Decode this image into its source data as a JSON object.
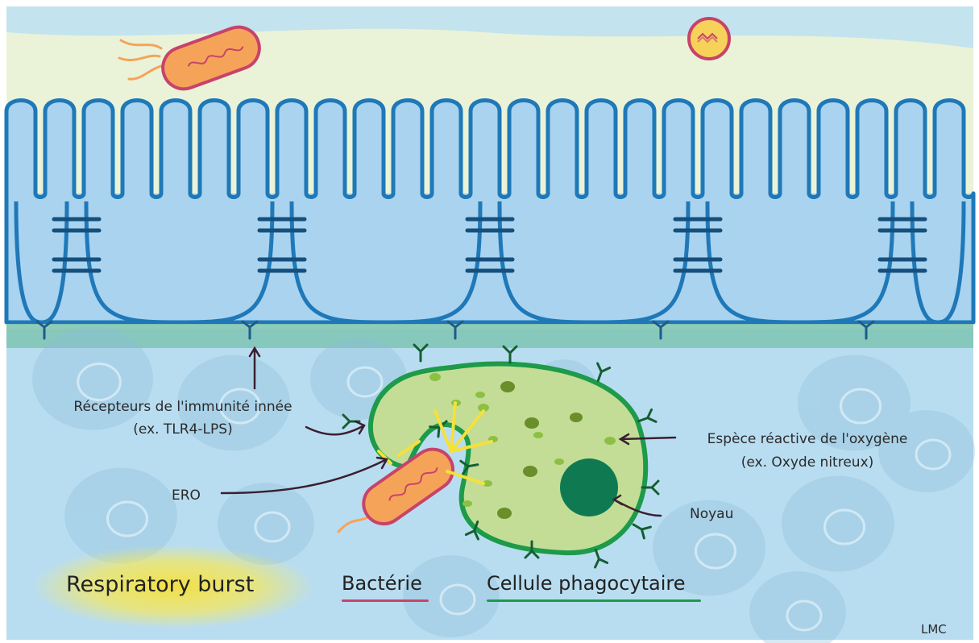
{
  "labels": {
    "receptors_line1": "Récepteurs de l'immunité innée",
    "receptors_line2": "(ex. TLR4-LPS)",
    "ero": "ERO",
    "ros_line1": "Espèce réactive de l'oxygène",
    "ros_line2": "(ex. Oxyde nitreux)",
    "nucleus": "Noyau",
    "signature": "LMC"
  },
  "legend": {
    "burst": "Respiratory burst",
    "bacteria": "Bactérie",
    "phagocyte": "Cellule phagocytaire"
  },
  "colors": {
    "lumen": "#eaf3d8",
    "epithelium": "#a9d3ef",
    "membrane": "#1f78b8",
    "tissue": "#b9ddf0",
    "basement": "#7cc4b3",
    "phagocyte_fill": "#c3dd96",
    "phagocyte_edge": "#1d9a4a",
    "nucleus": "#0f7a52",
    "bacteria_fill": "#f6a35a",
    "bacteria_edge": "#c7436a",
    "burst": "#f5e03c"
  }
}
